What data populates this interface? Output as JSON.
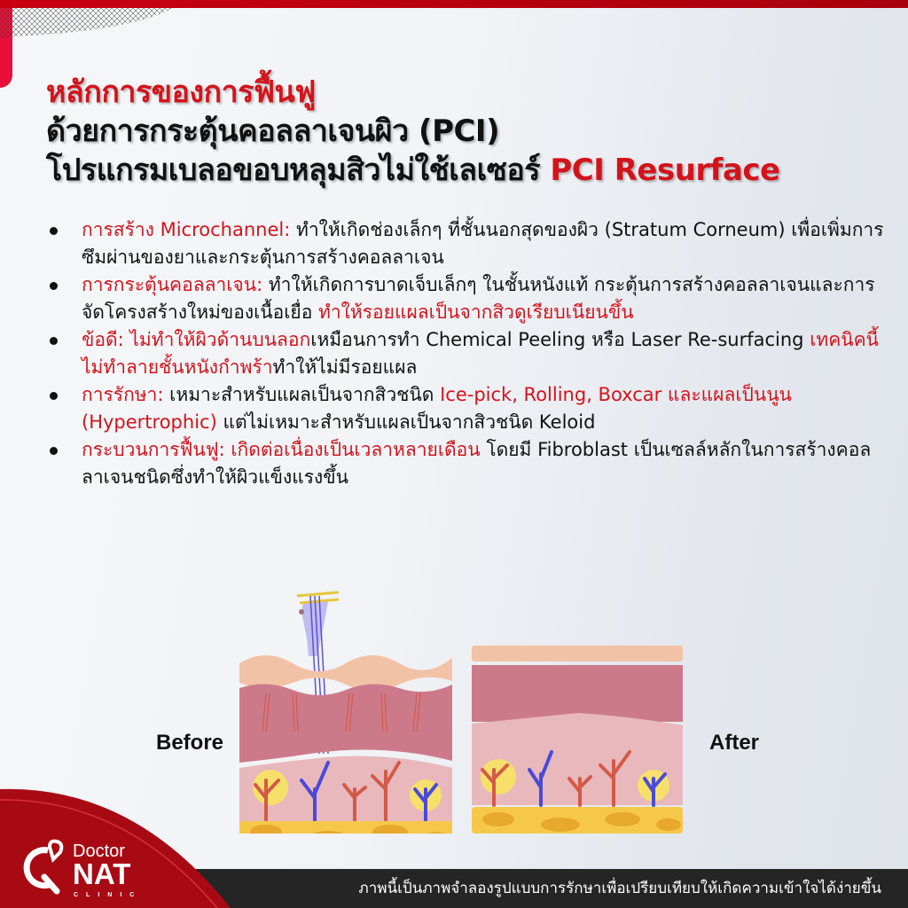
{
  "header": {
    "line1": "หลักการของการฟื้นฟู",
    "line2": "ด้วยการกระตุ้นคอลลาเจนผิว (PCI)",
    "line3_prefix": "โปรแกรมเบลอขอบหลุมสิวไม่ใช้เลเซอร์ ",
    "line3_highlight": "PCI Resurface"
  },
  "bullets": [
    {
      "title": "การสร้าง Microchannel:",
      "text": " ทำให้เกิดช่องเล็กๆ ที่ชั้นนอกสุดของผิว (Stratum Corneum) เพื่อเพิ่มการซึมผ่านของยาและกระตุ้นการสร้างคอลลาเจน"
    },
    {
      "title": "การกระตุ้นคอลลาเจน:",
      "text": " ทำให้เกิดการบาดเจ็บเล็กๆ ในชั้นหนังแท้ กระตุ้นการสร้างคอลลาเจนและการจัดโครงสร้างใหม่ของเนื้อเยื่อ ",
      "highlight": "ทำให้รอยแผลเป็นจากสิวดูเรียบเนียนขึ้น"
    },
    {
      "title": "ข้อดี: ไม่ทำให้ผิวด้านบนลอก",
      "text": "เหมือนการทำ Chemical Peeling หรือ Laser Re-surfacing ",
      "highlight": "เทคนิคนี้ไม่ทำลายชั้นหนังกำพร้า",
      "text2": "ทำให้ไม่มีรอยแผล"
    },
    {
      "title": "การรักษา:",
      "text": " เหมาะสำหรับแผลเป็นจากสิวชนิด ",
      "highlight": "Ice-pick, Rolling, Boxcar และแผลเป็นนูน (Hypertrophic)",
      "text2": " แต่ไม่เหมาะสำหรับแผลเป็นจากสิวชนิด Keloid"
    },
    {
      "title": "กระบวนการฟื้นฟู: เกิดต่อเนื่องเป็นเวลาหลายเดือน",
      "text": " โดยมี Fibroblast เป็นเซลล์หลักในการสร้างคอลลาเจนชนิดซึ่งทำให้ผิวแข็งแรงขึ้น"
    }
  ],
  "illustration": {
    "before_label": "Before",
    "after_label": "After"
  },
  "footer": {
    "disclaimer": "ภาพนี้เป็นภาพจำลองรูปแบบการรักษาเพื่อเปรียบเทียบให้เกิดความเข้าใจได้ง่ายขึ้น"
  },
  "logo": {
    "line1": "Doctor",
    "line2": "NAT",
    "line3": "CLINIC"
  },
  "colors": {
    "accent_red": "#d3131b",
    "footer_bg": "#252525"
  }
}
